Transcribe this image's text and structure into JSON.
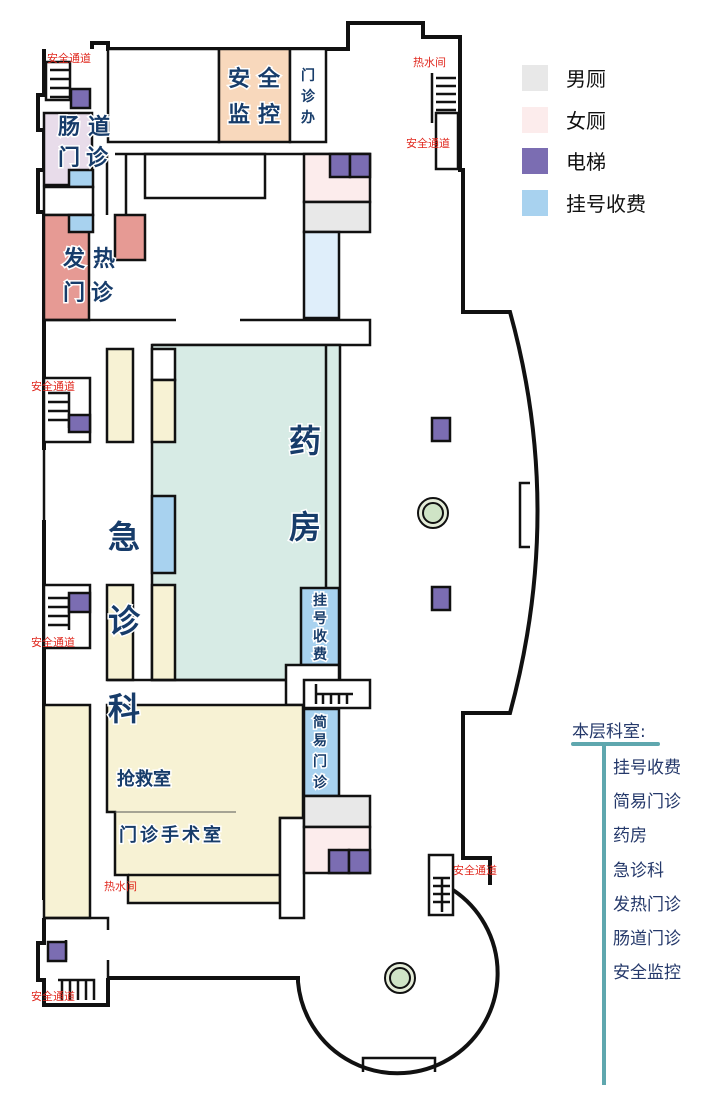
{
  "colors": {
    "male_wc": "#e8e8e8",
    "female_wc": "#fcecec",
    "elevator": "#7b6db2",
    "registration": "#a8d2ef",
    "security": "#f8d8bc",
    "intestinal": "#e8dcea",
    "fever": "#e69a94",
    "pharmacy": "#d7ebe5",
    "emergency": "#f7f2d4",
    "label": "#173c6a",
    "exit_red": "#e0281e",
    "teal": "#5fa7ae"
  },
  "rooms": {
    "security": [
      "安",
      "全",
      "监",
      "控"
    ],
    "clinic_office": [
      "门",
      "诊",
      "办"
    ],
    "intestinal": [
      "肠",
      "道",
      "门",
      "诊"
    ],
    "fever": [
      "发",
      "热",
      "门",
      "诊"
    ],
    "pharmacy": [
      "药",
      "房"
    ],
    "emergency": [
      "急",
      "诊",
      "科"
    ],
    "registration": [
      "挂",
      "号",
      "收",
      "费"
    ],
    "simple_clinic": [
      "简",
      "易",
      "门",
      "诊"
    ],
    "rescue": "抢救室",
    "surgery": "门诊手术室"
  },
  "markers": {
    "exit": "安全通道",
    "hot_water": "热水间"
  },
  "legend": [
    {
      "label": "男厕",
      "icon": "male-wc-swatch"
    },
    {
      "label": "女厕",
      "icon": "female-wc-swatch"
    },
    {
      "label": "电梯",
      "icon": "elevator-swatch"
    },
    {
      "label": "挂号收费",
      "icon": "registration-swatch"
    }
  ],
  "departments": {
    "title": "本层科室:",
    "items": [
      "挂号收费",
      "简易门诊",
      "药房",
      "急诊科",
      "发热门诊",
      "肠道门诊",
      "安全监控"
    ]
  }
}
